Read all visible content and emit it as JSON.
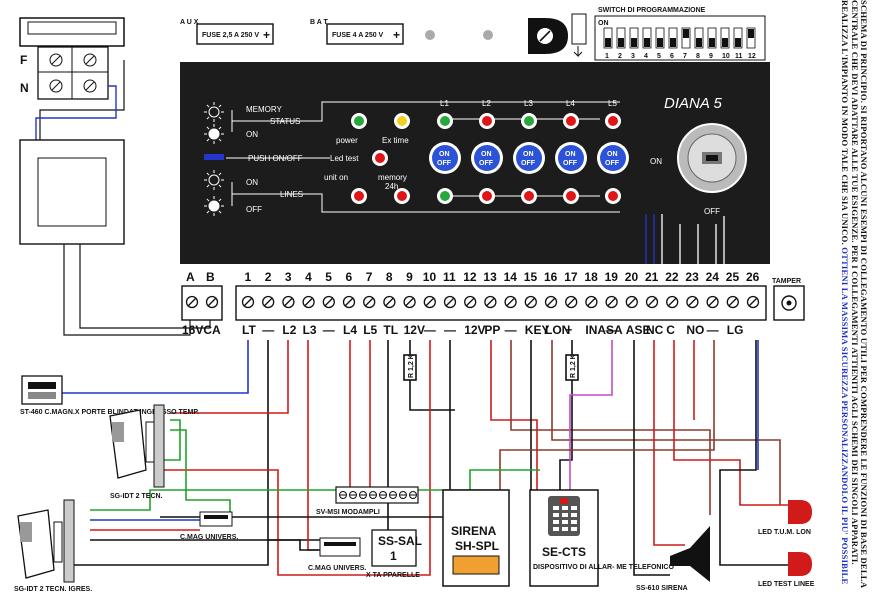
{
  "panel": {
    "brand": "DIANA 5",
    "status_rows": [
      "MEMORY",
      "ON",
      "PUSH ON/OFF",
      "ON",
      "OFF"
    ],
    "group_labels": [
      "STATUS",
      "LINES",
      "Led test"
    ],
    "indicator_labels": [
      "power",
      "Ex time",
      "unit on",
      "memory",
      "24h"
    ],
    "line_labels": [
      "L1",
      "L2",
      "L3",
      "L4",
      "L5"
    ],
    "toggle_label_top": "ON",
    "toggle_label_bottom": "OFF",
    "key_on": "ON",
    "key_off": "OFF"
  },
  "top": {
    "fuse_aux": "FUSE 2,5 A 250 V",
    "fuse_aux_tag": "A U X",
    "fuse_bat": "FUSE 4 A 250 V",
    "fuse_bat_tag": "B A T",
    "switch_title": "SWITCH DI PROGRAMMAZIONE",
    "switch_on": "ON",
    "switch_numbers": [
      "1",
      "2",
      "3",
      "4",
      "5",
      "6",
      "7",
      "8",
      "9",
      "10",
      "11",
      "12"
    ],
    "tamper_label": "TAMPER"
  },
  "mains": {
    "f": "F",
    "n": "N"
  },
  "terminals": {
    "ab": [
      "A",
      "B"
    ],
    "numbers": [
      "1",
      "2",
      "3",
      "4",
      "5",
      "6",
      "7",
      "8",
      "9",
      "10",
      "11",
      "12",
      "13",
      "14",
      "15",
      "16",
      "17",
      "18",
      "19",
      "20",
      "21",
      "22",
      "23",
      "24",
      "25",
      "26"
    ],
    "ab_label": "16VCA",
    "functions": [
      "LT",
      "—",
      "L2",
      "L3",
      "—",
      "L4",
      "L5",
      "TL",
      "12V",
      "—",
      "—",
      "12V",
      "PP",
      "—",
      "KEY",
      "LON",
      "+",
      "INASA",
      "—",
      "ASE",
      "NC",
      "C",
      "NO",
      "—",
      "LG"
    ]
  },
  "devices": {
    "st460": "ST-460 C.MAGN.X PORTE BLINDAT INGRESSO TEMP.",
    "sg_idt2_tecn": "SG-IDT 2 TECN.",
    "sg_idt2_tecn_igres": "SG-IDT 2 TECN. IGRES.",
    "cmag_univ1": "C.MAG UNIVERS.",
    "cmag_univ2": "C.MAG UNIVERS.",
    "sv_msi": "SV-MSI  MODAMPLI",
    "xta": "X TA PPARELLE",
    "ss_sal": "SS-SAL",
    "ss_sal_num": "1",
    "sirena": "SIRENA",
    "sirena_model": "SH-SPL",
    "se_cts": "SE-CTS",
    "se_cts_sub": "DISPOSITIVO DI ALLAR- ME TELEFONICO",
    "ss610": "SS-610 SIRENA",
    "led_tum": "LED T.U.M. LON",
    "led_test": "LED TEST LINEE",
    "resistor": "R 1,2 K"
  },
  "description": {
    "text": "SCHEMA DI PRINCIPIO. SI RIPORTANO ALCUNI ESEMPI DI COLLEGAMENTO UTILI PER COMPRENDERE LE FUNZIONI DI BASE DELLA CENTRALE CHE DEVI ADATTARE ALLE TUE ESIGENZE. PER I COLLEGAMENTI ATTIENITI AGLI SCHEMI DEI SINGOLI APPARATI. REALIZZA L'IMPIANTO IN MODO TALE CHE SIA UNICO.",
    "highlight": "OTTIENI LA MASSIMA SICUREZZA PERSONALIZZANDOLO IL PIU' POSSIBILE"
  },
  "colors": {
    "panel": "#1c1c1c",
    "wire_red": "#d11a1a",
    "wire_blue": "#2436c9",
    "wire_green": "#22a22a",
    "wire_black": "#111111",
    "wire_magenta": "#c04cc8",
    "wire_brown": "#8b3a2a",
    "led_red": "#e01616",
    "led_green": "#26a83a",
    "led_yellow": "#f0d020",
    "button_blue": "#2c52d8"
  }
}
